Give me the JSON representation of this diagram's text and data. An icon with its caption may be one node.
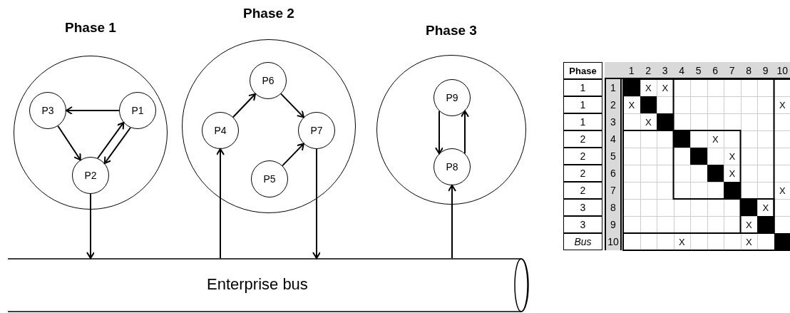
{
  "diagram": {
    "nodes": [
      {
        "text": [
          "Phase 1"
        ]
      },
      {
        "text": [
          "P3"
        ],
        "in": 0
      },
      {
        "text": [
          "P1"
        ],
        "in": 0
      },
      {
        "text": [
          "P2"
        ],
        "in": 0
      },
      {
        "text": [
          "Phase 2"
        ]
      },
      {
        "text": [
          "P6"
        ],
        "in": 4
      },
      {
        "text": [
          "P4"
        ],
        "in": 4
      },
      {
        "text": [
          "P7"
        ],
        "in": 4
      },
      {
        "text": [
          "P5"
        ],
        "in": 4
      },
      {
        "text": [
          "Phase 3"
        ]
      },
      {
        "text": [
          "P9"
        ],
        "in": 9
      },
      {
        "text": [
          "P8"
        ],
        "in": 9
      },
      {
        "text": [
          "Enterprise bus"
        ]
      }
    ],
    "edges": [
      {
        "from": 2,
        "to": 1,
        "arrow": "to"
      },
      {
        "from": 1,
        "to": 3,
        "arrow": "to"
      },
      {
        "from": 3,
        "to": 2,
        "arrow": "to"
      },
      {
        "from": 2,
        "to": 3,
        "arrow": "to"
      },
      {
        "from": 3,
        "to": 12,
        "arrow": "to"
      },
      {
        "from": 6,
        "to": 5,
        "arrow": "to"
      },
      {
        "from": 5,
        "to": 7,
        "arrow": "to"
      },
      {
        "from": 8,
        "to": 7,
        "arrow": "to"
      },
      {
        "from": 12,
        "to": 6,
        "arrow": "to"
      },
      {
        "from": 7,
        "to": 12,
        "arrow": "to"
      },
      {
        "from": 10,
        "to": 11,
        "arrow": "to"
      },
      {
        "from": 11,
        "to": 10,
        "arrow": "to"
      },
      {
        "from": 12,
        "to": 11,
        "arrow": "to"
      }
    ],
    "labels": [
      "Phase",
      "1",
      "2",
      "3",
      "4",
      "5",
      "6",
      "7",
      "8",
      "9",
      "10",
      "1",
      "1",
      "X",
      "X",
      "1",
      "2",
      "X",
      "X",
      "1",
      "3",
      "X",
      "2",
      "4",
      "X",
      "2",
      "5",
      "X",
      "2",
      "6",
      "X",
      "2",
      "7",
      "X",
      "3",
      "8",
      "X",
      "3",
      "9",
      "X",
      "Bus",
      "10",
      "X",
      "X"
    ]
  }
}
